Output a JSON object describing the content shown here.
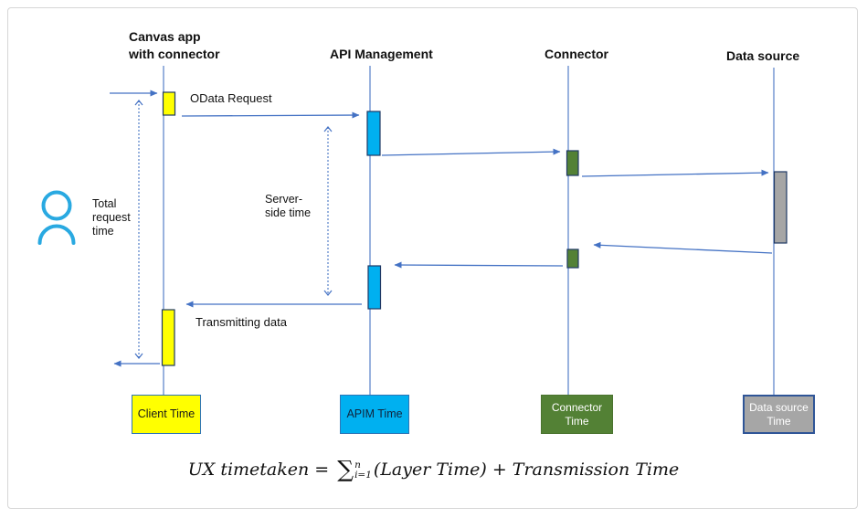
{
  "colors": {
    "arrow_blue": "#4472C4",
    "lifeline_blue": "#4472C4",
    "client_yellow": "#FFFF00",
    "apim_cyan": "#00B0F0",
    "connector_green": "#538135",
    "datasource_gray": "#A6A6A6",
    "bar_border_navy": "#1F3864",
    "legend_border_blue": "#2E75B6",
    "datasource_border_blue": "#2F5597",
    "person_cyan": "#29A9E1"
  },
  "actors": {
    "canvas": {
      "title_line1": "Canvas app",
      "title_line2": "with connector",
      "legend": "Client Time"
    },
    "apim": {
      "title": "API Management",
      "legend": "APIM Time"
    },
    "connector": {
      "title": "Connector",
      "legend_line1": "Connector",
      "legend_line2": "Time"
    },
    "datasource": {
      "title": "Data source",
      "legend_line1": "Data source",
      "legend_line2": "Time"
    }
  },
  "messages": {
    "odata_request": "OData Request",
    "transmitting_data": "Transmitting data"
  },
  "measures": {
    "total_request": {
      "line1": "Total",
      "line2": "request",
      "line3": "time"
    },
    "server_side": {
      "line1": "Server-",
      "line2": "side time"
    }
  },
  "icons": {
    "person": "person-icon"
  },
  "formula": {
    "lhs": "UX timetaken =",
    "sigma": "∑",
    "sup": "n",
    "sub": "i=1",
    "rhs": "(Layer Time) + Transmission Time"
  }
}
